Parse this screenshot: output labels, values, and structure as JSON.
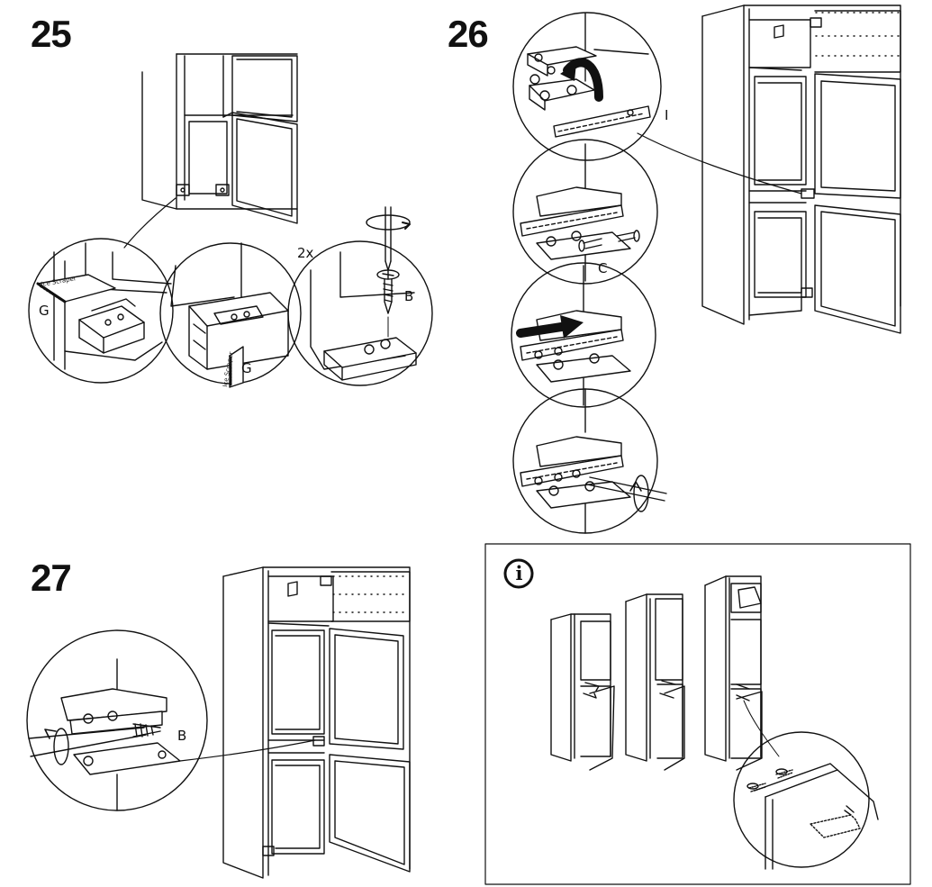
{
  "steps": [
    {
      "number": "25",
      "labels": {
        "g_left": "G",
        "g_right": "G",
        "count": "2x",
        "screw": "B",
        "scraper": "Ice Scraper"
      }
    },
    {
      "number": "26",
      "labels": {
        "part_i": "I",
        "part_c": "C"
      }
    },
    {
      "number": "27",
      "labels": {
        "screw": "B"
      }
    }
  ],
  "info": {
    "icon_glyph": "i"
  }
}
